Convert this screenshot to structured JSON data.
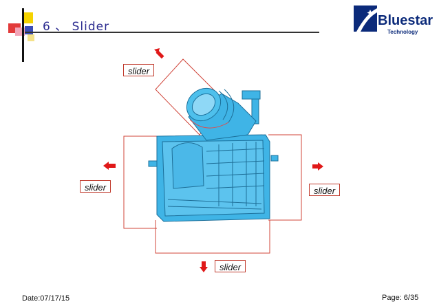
{
  "header": {
    "title": "6 、 Slider"
  },
  "logo": {
    "name": "Bluestar",
    "subtitle": "Technology",
    "color": "#0b2a7a"
  },
  "labels": {
    "top": "slider",
    "left": "slider",
    "right": "slider",
    "bottom": "slider"
  },
  "footer": {
    "date": "Date:07/17/15",
    "page": "Page: 6/35"
  },
  "colors": {
    "accent_red": "#e01818",
    "box_line": "#d0453a",
    "part_blue": "#3fb4e6",
    "title_blue": "#2b2b8f"
  }
}
